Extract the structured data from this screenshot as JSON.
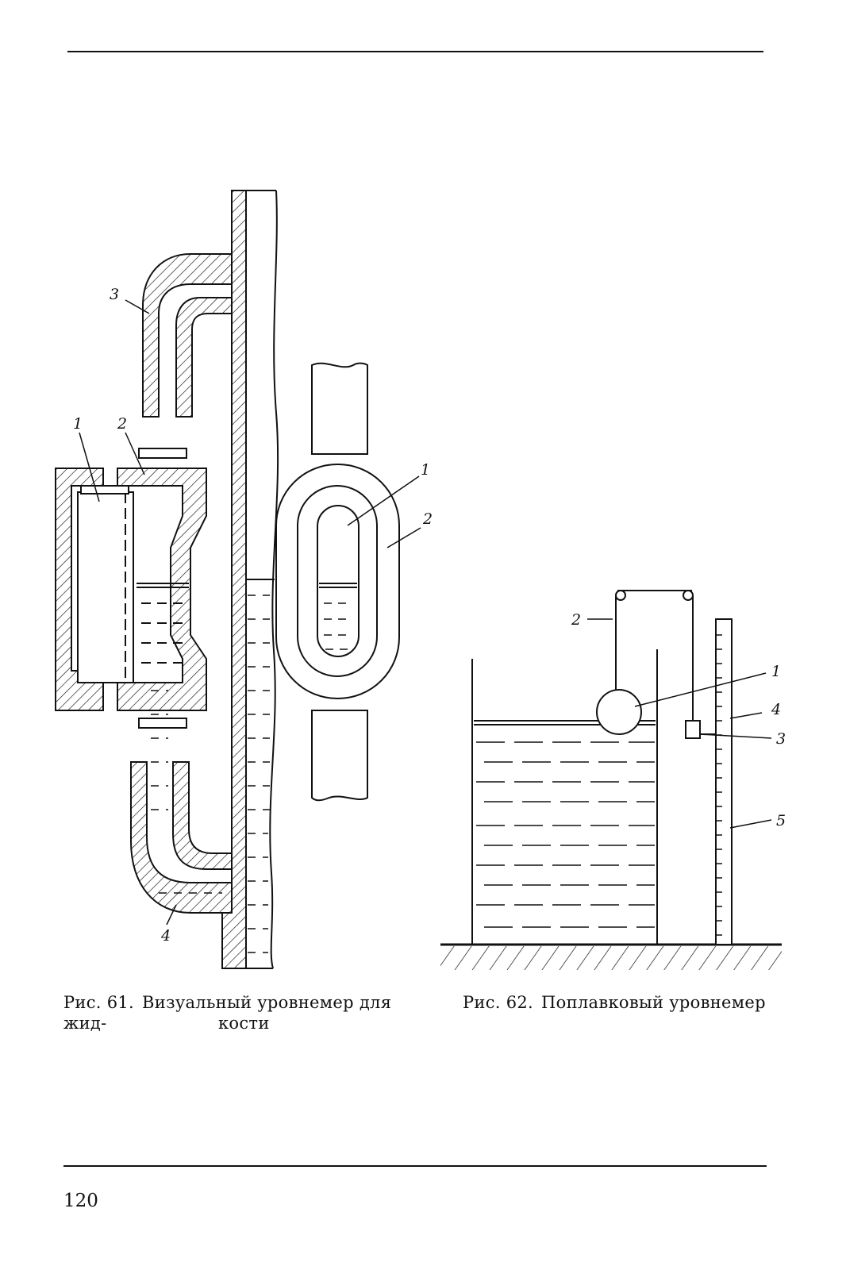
{
  "page": {
    "page_number": "120"
  },
  "figure_61": {
    "prefix": "Рис. 61.",
    "caption_line1": "Визуальный уровнемер для жид-",
    "caption_line2": "кости",
    "callouts_left": [
      "3",
      "1",
      "2",
      "4"
    ],
    "callouts_right": [
      "1",
      "2"
    ]
  },
  "figure_62": {
    "prefix": "Рис. 62.",
    "caption": "Поплавковый уровнемер",
    "callouts": [
      "2",
      "1",
      "4",
      "3",
      "5"
    ]
  }
}
